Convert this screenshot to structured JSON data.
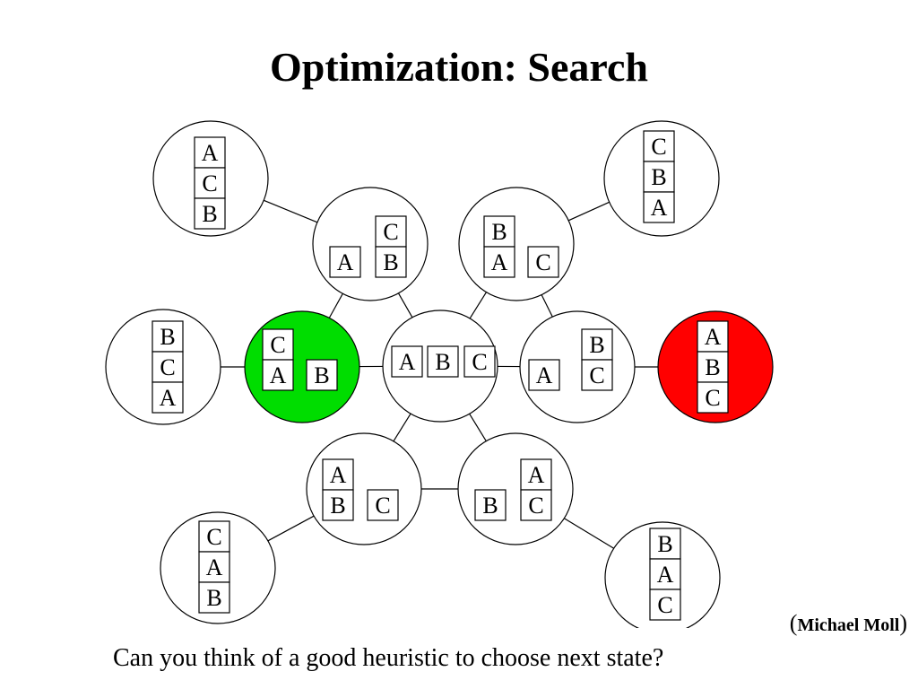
{
  "title": "Optimization: Search",
  "credit": {
    "open": "(",
    "name": "Michael Moll",
    "close": ")"
  },
  "question": "Can you think of a good heuristic to choose next state?",
  "colors": {
    "start_state": "#00dd00",
    "goal_state": "#ff0000",
    "state": "#ffffff"
  },
  "states": [
    {
      "id": "s-acb",
      "stacks": [
        [
          "A",
          "C",
          "B"
        ]
      ]
    },
    {
      "id": "s-a-cb",
      "stacks": [
        [
          "A"
        ],
        [
          "C",
          "B"
        ]
      ]
    },
    {
      "id": "s-ba-c",
      "stacks": [
        [
          "B",
          "A"
        ],
        [
          "C"
        ]
      ]
    },
    {
      "id": "s-cba",
      "stacks": [
        [
          "C",
          "B",
          "A"
        ]
      ]
    },
    {
      "id": "s-bca",
      "stacks": [
        [
          "B",
          "C",
          "A"
        ]
      ]
    },
    {
      "id": "s-ca-b",
      "stacks": [
        [
          "C",
          "A"
        ],
        [
          "B"
        ]
      ],
      "highlight": "start_state"
    },
    {
      "id": "s-a-b-c",
      "stacks": [
        [
          "A"
        ],
        [
          "B"
        ],
        [
          "C"
        ]
      ]
    },
    {
      "id": "s-a-bc",
      "stacks": [
        [
          "A"
        ],
        [
          "B",
          "C"
        ]
      ]
    },
    {
      "id": "s-abc",
      "stacks": [
        [
          "A",
          "B",
          "C"
        ]
      ],
      "highlight": "goal_state"
    },
    {
      "id": "s-ab-c",
      "stacks": [
        [
          "A",
          "B"
        ],
        [
          "C"
        ]
      ]
    },
    {
      "id": "s-b-ac",
      "stacks": [
        [
          "B"
        ],
        [
          "A",
          "C"
        ]
      ]
    },
    {
      "id": "s-cab",
      "stacks": [
        [
          "C",
          "A",
          "B"
        ]
      ]
    },
    {
      "id": "s-bac",
      "stacks": [
        [
          "B",
          "A",
          "C"
        ]
      ]
    }
  ],
  "edges": [
    [
      "s-acb",
      "s-a-cb"
    ],
    [
      "s-cba",
      "s-ba-c"
    ],
    [
      "s-a-cb",
      "s-ca-b"
    ],
    [
      "s-a-cb",
      "s-a-b-c"
    ],
    [
      "s-ba-c",
      "s-a-b-c"
    ],
    [
      "s-ba-c",
      "s-a-bc"
    ],
    [
      "s-bca",
      "s-ca-b"
    ],
    [
      "s-ca-b",
      "s-a-b-c"
    ],
    [
      "s-a-b-c",
      "s-a-bc"
    ],
    [
      "s-a-bc",
      "s-abc"
    ],
    [
      "s-a-b-c",
      "s-ab-c"
    ],
    [
      "s-a-b-c",
      "s-b-ac"
    ],
    [
      "s-ab-c",
      "s-b-ac"
    ],
    [
      "s-ab-c",
      "s-cab"
    ],
    [
      "s-b-ac",
      "s-bac"
    ]
  ]
}
